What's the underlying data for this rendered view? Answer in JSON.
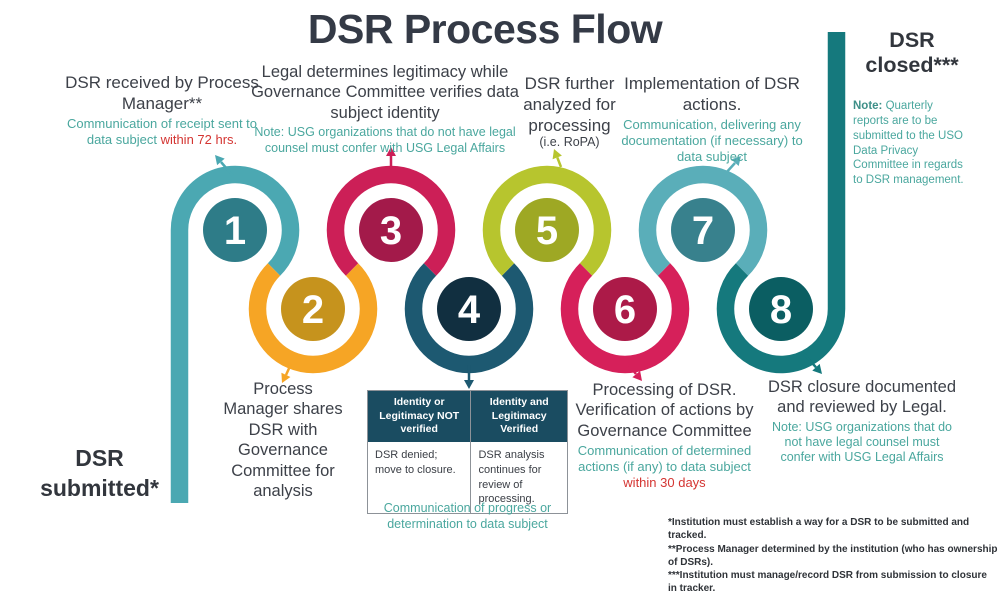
{
  "title": "DSR Process Flow",
  "start": {
    "label": "DSR submitted*"
  },
  "end": {
    "label": "DSR closed***",
    "note_prefix": "Note:",
    "note_body": " Quarterly reports are to be submitted to the USO Data Privacy Committee in regards to DSR management."
  },
  "steps": [
    {
      "number": "1",
      "ring_color": "#4BA8B2",
      "circle_color": "#2E7C88",
      "title": "DSR received by Process Manager**",
      "note": "Communication of receipt sent to data subject ",
      "note_highlight": "within 72 hrs."
    },
    {
      "number": "2",
      "ring_color": "#F6A525",
      "circle_color": "#C6931D",
      "title": "Process Manager shares DSR with Governance Committee for analysis"
    },
    {
      "number": "3",
      "ring_color": "#CC1F57",
      "circle_color": "#A31A4A",
      "title": "Legal determines legitimacy while Governance Committee verifies data subject identity",
      "note": "Note: USG organizations that do not have legal counsel must confer with USG Legal Affairs"
    },
    {
      "number": "4",
      "ring_color": "#1D5971",
      "circle_color": "#112F40"
    },
    {
      "number": "5",
      "ring_color": "#B7C52E",
      "circle_color": "#9EA824",
      "title": "DSR further analyzed for processing",
      "subtitle": "(i.e. RoPA)"
    },
    {
      "number": "6",
      "ring_color": "#D6205A",
      "circle_color": "#AC1A48",
      "title": "Processing of DSR. Verification of actions by Governance Committee",
      "note": "Communication of determined actions (if any) to data subject ",
      "note_highlight": "within 30 days"
    },
    {
      "number": "7",
      "ring_color": "#5AAEB9",
      "circle_color": "#38818D",
      "title": "Implementation of DSR actions.",
      "note": "Communication, delivering any documentation (if necessary) to data subject"
    },
    {
      "number": "8",
      "ring_color": "#15797D",
      "circle_color": "#0B5E62",
      "title": "DSR closure documented and reviewed by Legal.",
      "note": "Note: USG organizations that do not have legal counsel must confer with USG Legal Affairs"
    }
  ],
  "decision_table": {
    "headers": [
      "Identity or Legitimacy NOT verified",
      "Identity and Legitimacy Verified"
    ],
    "rows": [
      [
        "DSR denied; move to closure.",
        "DSR analysis continues for review of processing."
      ]
    ],
    "caption": "Communication of progress or determination to data subject"
  },
  "footnotes": [
    "*Institution must establish a way for a DSR to be submitted and tracked.",
    "**Process Manager determined by the institution (who has ownership of DSRs).",
    "***Institution must manage/record DSR from submission to closure in tracker."
  ],
  "colors": {
    "dark_text": "#3D4149",
    "teal_text": "#4AA79E",
    "red_text": "#D43532",
    "title_text": "#343A46",
    "table_header_bg": "#1A4C61"
  }
}
